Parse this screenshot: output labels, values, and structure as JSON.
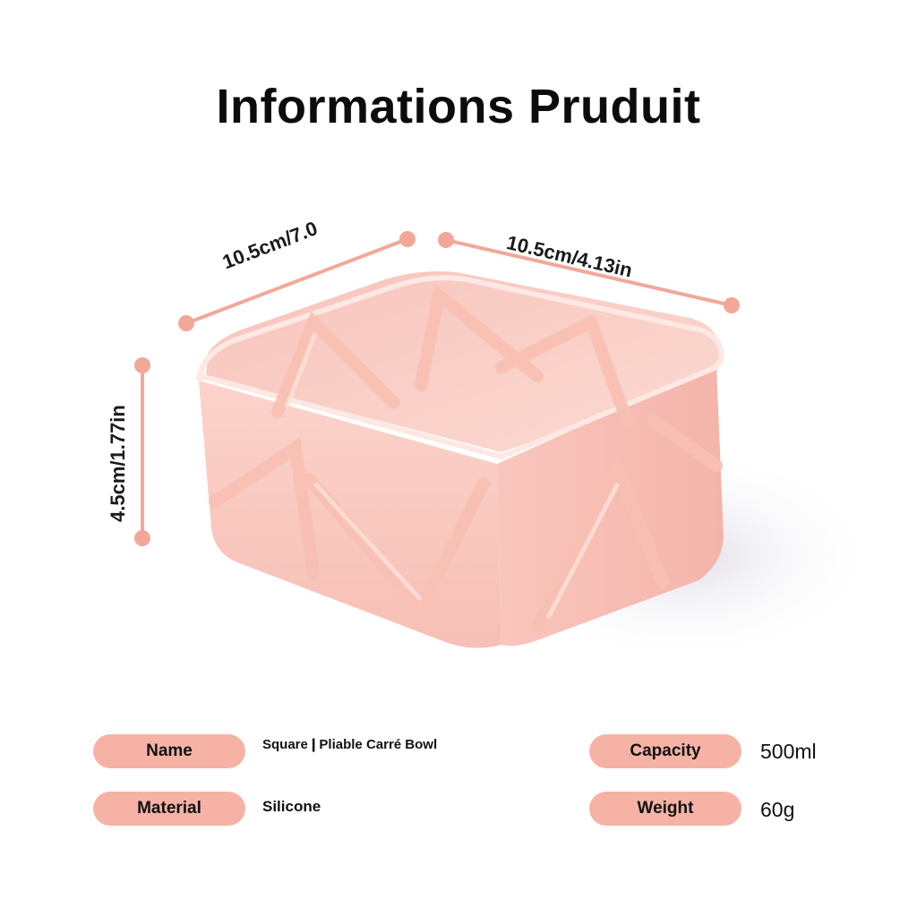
{
  "page": {
    "title": "Informations Pruduit"
  },
  "dimensions": {
    "width_left": "10.5cm/7.0",
    "width_right": "10.5cm/4.13in",
    "height": "4.5cm/1.77in"
  },
  "specs": {
    "name_label": "Name",
    "name_value": "Square❙Pliable Carré Bowl",
    "material_label": "Material",
    "material_value": "Silicone",
    "capacity_label": "Capacity",
    "capacity_value": "500ml",
    "weight_label": "Weight",
    "weight_value": "60g"
  },
  "colors": {
    "accent": "#f6b3a5",
    "bowl": "#f8c9c2",
    "dim_line": "#f2a898"
  }
}
